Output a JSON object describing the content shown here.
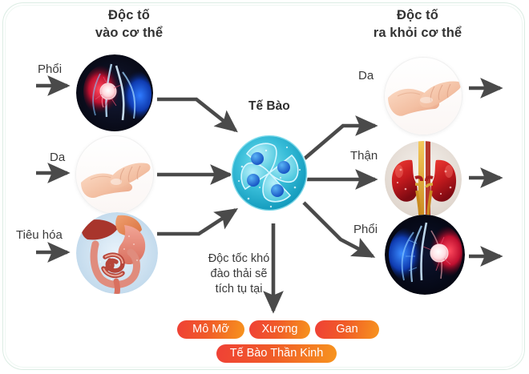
{
  "diagram": {
    "title_left": "Độc tố\nvào cơ thể",
    "title_right": "Độc tố\nra khỏi cơ thể",
    "center_label": "Tế Bào",
    "note": "Độc tốc khó\nđào thải sẽ\ntích tụ tại",
    "inputs": [
      {
        "label": "Phổi",
        "icon": "lung-icon"
      },
      {
        "label": "Da",
        "icon": "hands-skin-icon"
      },
      {
        "label": "Tiêu hóa",
        "icon": "digestive-system-icon"
      }
    ],
    "outputs": [
      {
        "label": "Da",
        "icon": "hands-skin-icon"
      },
      {
        "label": "Thận",
        "icon": "kidney-icon"
      },
      {
        "label": "Phổi",
        "icon": "lung-icon"
      }
    ],
    "accumulation_pills": [
      {
        "label": "Mô Mỡ"
      },
      {
        "label": "Xương"
      },
      {
        "label": "Gan"
      },
      {
        "label": "Tế Bào Thần Kinh"
      }
    ],
    "colors": {
      "pill_gradient_start": "#ef4136",
      "pill_gradient_end": "#f7941e",
      "arrow": "#4a4a4a",
      "text": "#333333",
      "frame_border": "#cfe6da",
      "cell_teal": "#2bb6cf"
    }
  }
}
